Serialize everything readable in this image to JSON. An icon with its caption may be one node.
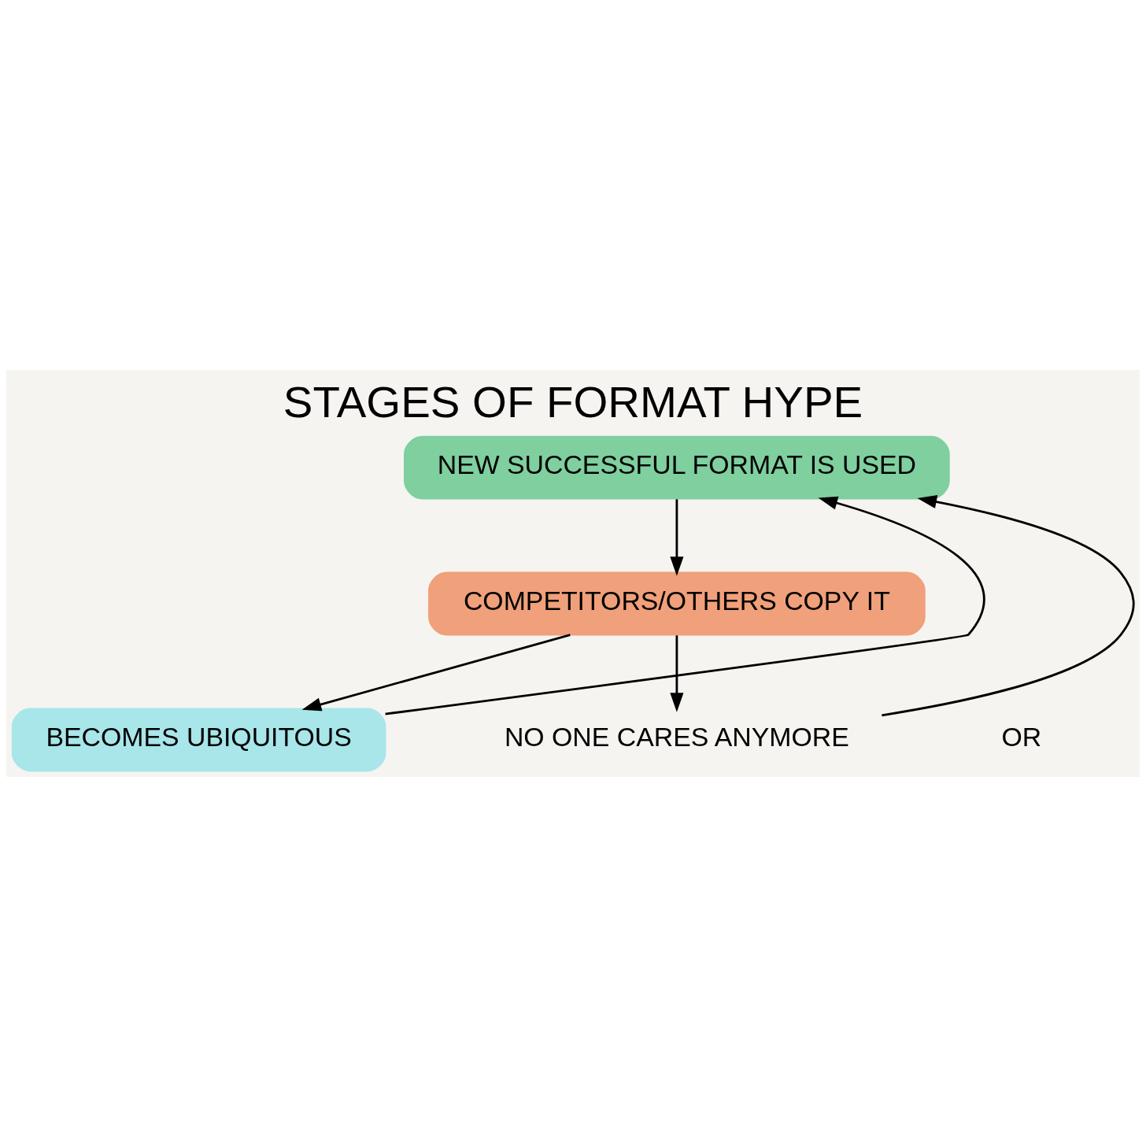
{
  "diagram": {
    "title": "STAGES OF FORMAT HYPE",
    "nodes": [
      {
        "text": [
          "NEW SUCCESSFUL FORMAT IS USED"
        ]
      },
      {
        "text": [
          "COMPETITORS/OTHERS COPY IT"
        ]
      },
      {
        "text": [
          "BECOMES UBIQUITOUS"
        ]
      },
      {
        "text": [
          "NO ONE CARES ANYMORE"
        ]
      }
    ],
    "edges": [
      {
        "from": 0,
        "to": 1,
        "arrow": "to"
      },
      {
        "from": 1,
        "to": 2,
        "arrow": "to"
      },
      {
        "from": 1,
        "to": 3,
        "arrow": "to"
      },
      {
        "from": 2,
        "to": 0,
        "arrow": "to"
      },
      {
        "from": 3,
        "to": 0,
        "arrow": "to"
      }
    ],
    "labels": [
      "OR"
    ]
  }
}
